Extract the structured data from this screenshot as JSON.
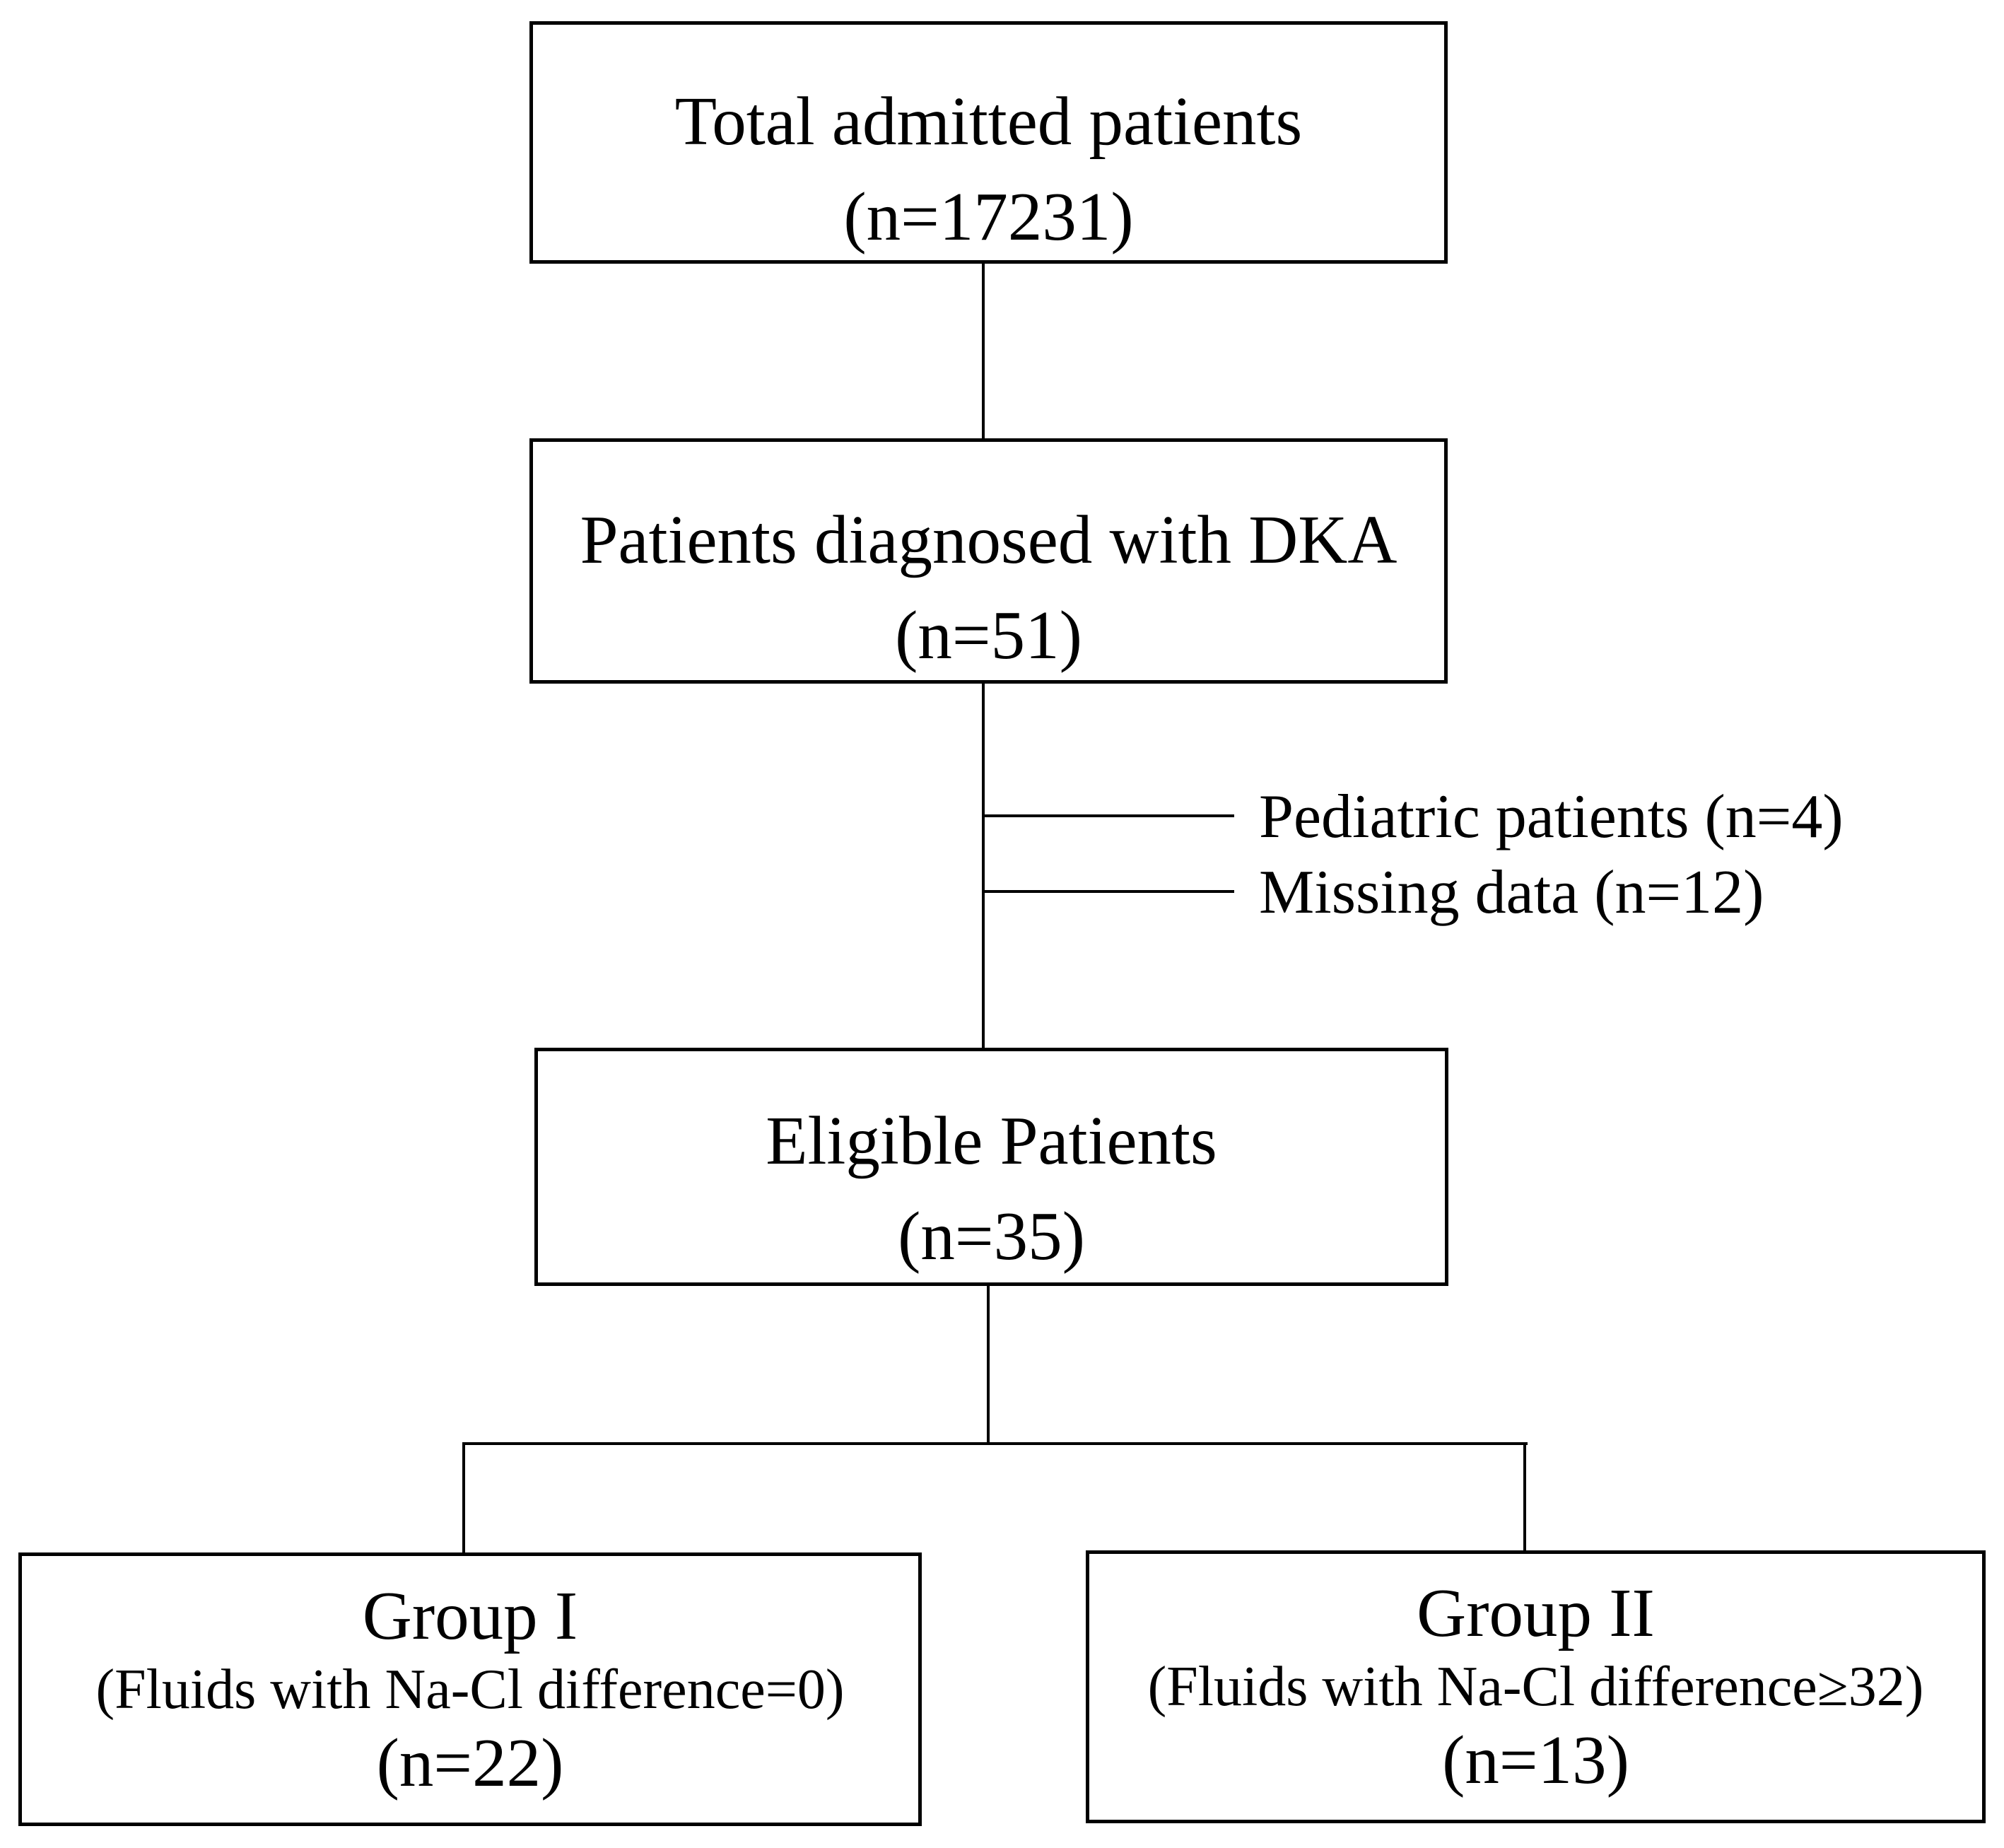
{
  "figure": {
    "background": "#ffffff",
    "line_color": "#000000",
    "text_color": "#000000",
    "type": "patient-flow-diagram"
  },
  "boxes": {
    "total": {
      "line1": "Total admitted patients",
      "line2": "(n=17231)"
    },
    "dka": {
      "line1": "Patients diagnosed with DKA",
      "line2": "(n=51)"
    },
    "eligible": {
      "line1": "Eligible Patients",
      "line2": "(n=35)"
    },
    "group1": {
      "line1": "Group I",
      "line2": "(Fluids with Na-Cl difference=0)",
      "line3": "(n=22)"
    },
    "group2": {
      "line1": "Group II",
      "line2": "(Fluids with Na-Cl difference≥32)",
      "line3": "(n=13)"
    }
  },
  "exclusions": [
    {
      "label": "Pediatric patients (n=4)"
    },
    {
      "label": "Missing data (n=12)"
    }
  ],
  "counts": {
    "total_admitted": 17231,
    "diagnosed_dka": 51,
    "pediatric_excluded": 4,
    "missing_data_excluded": 12,
    "eligible": 35,
    "group1": 22,
    "group2": 13
  }
}
